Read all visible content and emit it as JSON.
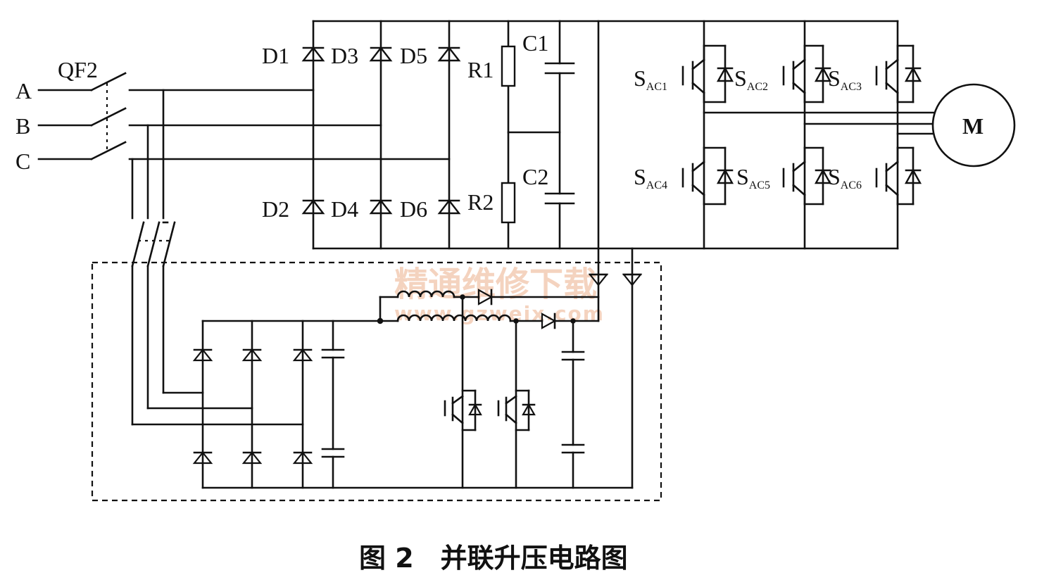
{
  "labels": {
    "breaker": "QF2",
    "phase_a": "A",
    "phase_b": "B",
    "phase_c": "C",
    "d1": "D1",
    "d2": "D2",
    "d3": "D3",
    "d4": "D4",
    "d5": "D5",
    "d6": "D6",
    "r1": "R1",
    "r2": "R2",
    "c1": "C1",
    "c2": "C2",
    "motor": "M",
    "switch_letter": "S",
    "sac1": "AC1",
    "sac2": "AC2",
    "sac3": "AC3",
    "sac4": "AC4",
    "sac5": "AC5",
    "sac6": "AC6"
  },
  "caption": "图 2　并联升压电路图",
  "watermark": {
    "line1": "精通维修下载",
    "line2": "www.gzweix.com"
  }
}
